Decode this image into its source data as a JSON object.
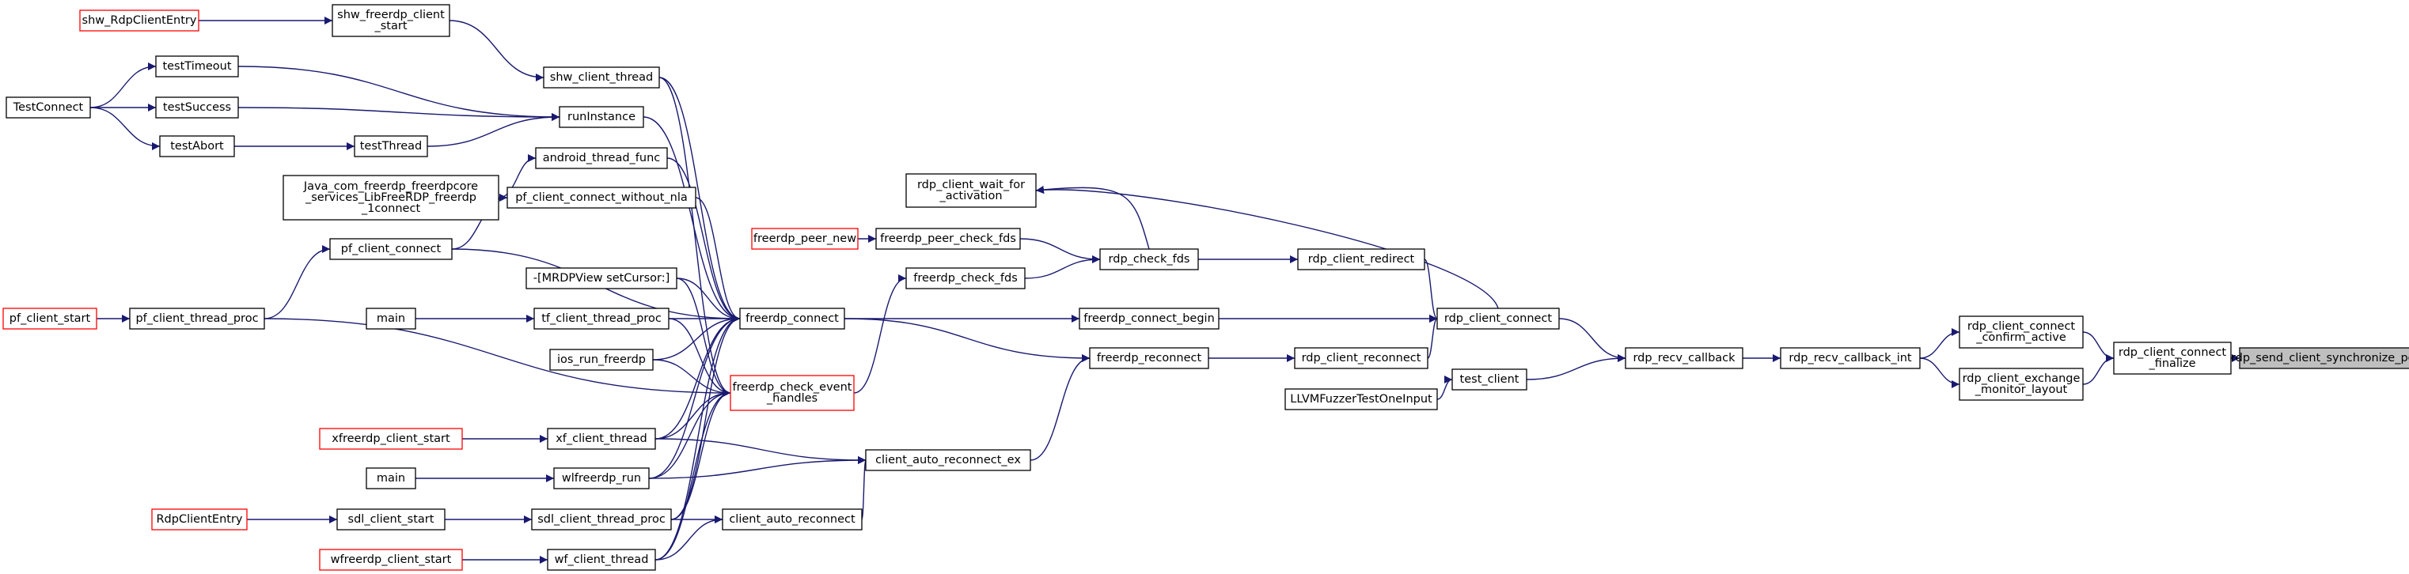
{
  "colors": {
    "edge": "#191970",
    "node_border": "#000000",
    "node_border_external": "#ff0000",
    "focus_fill": "#bfbfbf",
    "background": "#ffffff"
  },
  "nodes": {
    "shw_RdpClientEntry": {
      "lines": [
        "shw_RdpClientEntry"
      ],
      "style": "red"
    },
    "shw_freerdp_client_start": {
      "lines": [
        "shw_freerdp_client",
        "_start"
      ]
    },
    "shw_client_thread": {
      "lines": [
        "shw_client_thread"
      ]
    },
    "TestConnect": {
      "lines": [
        "TestConnect"
      ]
    },
    "testTimeout": {
      "lines": [
        "testTimeout"
      ]
    },
    "testSuccess": {
      "lines": [
        "testSuccess"
      ]
    },
    "testAbort": {
      "lines": [
        "testAbort"
      ]
    },
    "testThread": {
      "lines": [
        "testThread"
      ]
    },
    "runInstance": {
      "lines": [
        "runInstance"
      ]
    },
    "android_thread_func": {
      "lines": [
        "android_thread_func"
      ]
    },
    "Java_freerdp_connect": {
      "lines": [
        "Java_com_freerdp_freerdpcore",
        "_services_LibFreeRDP_freerdp",
        "_1connect"
      ]
    },
    "pf_client_connect_without_nla": {
      "lines": [
        "pf_client_connect_without_nla"
      ]
    },
    "pf_client_connect": {
      "lines": [
        "pf_client_connect"
      ]
    },
    "pf_client_start": {
      "lines": [
        "pf_client_start"
      ],
      "style": "red"
    },
    "pf_client_thread_proc": {
      "lines": [
        "pf_client_thread_proc"
      ]
    },
    "MRDPView_setCursor": {
      "lines": [
        "-[MRDPView setCursor:]"
      ]
    },
    "main_tf": {
      "lines": [
        "main"
      ]
    },
    "tf_client_thread_proc": {
      "lines": [
        "tf_client_thread_proc"
      ]
    },
    "ios_run_freerdp": {
      "lines": [
        "ios_run_freerdp"
      ]
    },
    "xfreerdp_client_start": {
      "lines": [
        "xfreerdp_client_start"
      ],
      "style": "red"
    },
    "xf_client_thread": {
      "lines": [
        "xf_client_thread"
      ]
    },
    "main_wl": {
      "lines": [
        "main"
      ]
    },
    "wlfreerdp_run": {
      "lines": [
        "wlfreerdp_run"
      ]
    },
    "RdpClientEntry": {
      "lines": [
        "RdpClientEntry"
      ],
      "style": "red"
    },
    "sdl_client_start": {
      "lines": [
        "sdl_client_start"
      ]
    },
    "sdl_client_thread_proc": {
      "lines": [
        "sdl_client_thread_proc"
      ]
    },
    "wfreerdp_client_start": {
      "lines": [
        "wfreerdp_client_start"
      ],
      "style": "red"
    },
    "wf_client_thread": {
      "lines": [
        "wf_client_thread"
      ]
    },
    "freerdp_connect": {
      "lines": [
        "freerdp_connect"
      ]
    },
    "freerdp_check_event_handles": {
      "lines": [
        "freerdp_check_event",
        "_handles"
      ],
      "style": "red"
    },
    "client_auto_reconnect": {
      "lines": [
        "client_auto_reconnect"
      ]
    },
    "client_auto_reconnect_ex": {
      "lines": [
        "client_auto_reconnect_ex"
      ]
    },
    "freerdp_peer_new": {
      "lines": [
        "freerdp_peer_new"
      ],
      "style": "red"
    },
    "freerdp_peer_check_fds": {
      "lines": [
        "freerdp_peer_check_fds"
      ]
    },
    "freerdp_check_fds": {
      "lines": [
        "freerdp_check_fds"
      ]
    },
    "rdp_client_wait_for_activation": {
      "lines": [
        "rdp_client_wait_for",
        "_activation"
      ]
    },
    "rdp_check_fds": {
      "lines": [
        "rdp_check_fds"
      ]
    },
    "freerdp_connect_begin": {
      "lines": [
        "freerdp_connect_begin"
      ]
    },
    "freerdp_reconnect": {
      "lines": [
        "freerdp_reconnect"
      ]
    },
    "LLVMFuzzerTestOneInput": {
      "lines": [
        "LLVMFuzzerTestOneInput"
      ]
    },
    "rdp_client_redirect": {
      "lines": [
        "rdp_client_redirect"
      ]
    },
    "rdp_client_reconnect": {
      "lines": [
        "rdp_client_reconnect"
      ]
    },
    "rdp_client_connect": {
      "lines": [
        "rdp_client_connect"
      ]
    },
    "test_client": {
      "lines": [
        "test_client"
      ]
    },
    "rdp_recv_callback": {
      "lines": [
        "rdp_recv_callback"
      ]
    },
    "rdp_recv_callback_int": {
      "lines": [
        "rdp_recv_callback_int"
      ]
    },
    "rdp_client_connect_confirm_active": {
      "lines": [
        "rdp_client_connect",
        "_confirm_active"
      ]
    },
    "rdp_client_exchange_monitor_layout": {
      "lines": [
        "rdp_client_exchange",
        "_monitor_layout"
      ]
    },
    "rdp_client_connect_finalize": {
      "lines": [
        "rdp_client_connect",
        "_finalize"
      ]
    },
    "rdp_send_client_synchronize_pdu": {
      "lines": [
        "rdp_send_client_synchronize_pdu"
      ],
      "style": "focus"
    }
  },
  "edges": [
    [
      "shw_RdpClientEntry",
      "shw_freerdp_client_start"
    ],
    [
      "shw_freerdp_client_start",
      "shw_client_thread"
    ],
    [
      "shw_client_thread",
      "freerdp_connect"
    ],
    [
      "shw_client_thread",
      "freerdp_check_event_handles"
    ],
    [
      "TestConnect",
      "testTimeout"
    ],
    [
      "TestConnect",
      "testSuccess"
    ],
    [
      "TestConnect",
      "testAbort"
    ],
    [
      "testTimeout",
      "runInstance"
    ],
    [
      "testSuccess",
      "runInstance"
    ],
    [
      "testAbort",
      "testThread"
    ],
    [
      "testThread",
      "runInstance"
    ],
    [
      "runInstance",
      "freerdp_connect"
    ],
    [
      "android_thread_func",
      "freerdp_connect"
    ],
    [
      "Java_freerdp_connect",
      "android_thread_func"
    ],
    [
      "pf_client_connect",
      "pf_client_connect_without_nla"
    ],
    [
      "pf_client_connect_without_nla",
      "freerdp_connect"
    ],
    [
      "pf_client_connect",
      "freerdp_connect"
    ],
    [
      "pf_client_start",
      "pf_client_thread_proc"
    ],
    [
      "pf_client_thread_proc",
      "pf_client_connect"
    ],
    [
      "pf_client_thread_proc",
      "freerdp_check_event_handles"
    ],
    [
      "MRDPView_setCursor",
      "freerdp_connect"
    ],
    [
      "MRDPView_setCursor",
      "freerdp_check_event_handles"
    ],
    [
      "main_tf",
      "tf_client_thread_proc"
    ],
    [
      "tf_client_thread_proc",
      "freerdp_connect"
    ],
    [
      "tf_client_thread_proc",
      "freerdp_check_event_handles"
    ],
    [
      "ios_run_freerdp",
      "freerdp_connect"
    ],
    [
      "ios_run_freerdp",
      "freerdp_check_event_handles"
    ],
    [
      "xfreerdp_client_start",
      "xf_client_thread"
    ],
    [
      "xf_client_thread",
      "freerdp_connect"
    ],
    [
      "xf_client_thread",
      "freerdp_check_event_handles"
    ],
    [
      "xf_client_thread",
      "client_auto_reconnect_ex"
    ],
    [
      "main_wl",
      "wlfreerdp_run"
    ],
    [
      "wlfreerdp_run",
      "freerdp_connect"
    ],
    [
      "wlfreerdp_run",
      "freerdp_check_event_handles"
    ],
    [
      "wlfreerdp_run",
      "client_auto_reconnect_ex"
    ],
    [
      "RdpClientEntry",
      "sdl_client_start"
    ],
    [
      "sdl_client_start",
      "sdl_client_thread_proc"
    ],
    [
      "sdl_client_thread_proc",
      "freerdp_connect"
    ],
    [
      "sdl_client_thread_proc",
      "freerdp_check_event_handles"
    ],
    [
      "sdl_client_thread_proc",
      "client_auto_reconnect"
    ],
    [
      "wfreerdp_client_start",
      "wf_client_thread"
    ],
    [
      "wf_client_thread",
      "freerdp_connect"
    ],
    [
      "wf_client_thread",
      "freerdp_check_event_handles"
    ],
    [
      "wf_client_thread",
      "client_auto_reconnect"
    ],
    [
      "client_auto_reconnect",
      "client_auto_reconnect_ex"
    ],
    [
      "freerdp_check_event_handles",
      "freerdp_check_fds"
    ],
    [
      "freerdp_peer_new",
      "freerdp_peer_check_fds"
    ],
    [
      "freerdp_peer_check_fds",
      "rdp_check_fds"
    ],
    [
      "freerdp_check_fds",
      "rdp_check_fds"
    ],
    [
      "rdp_check_fds",
      "rdp_client_wait_for_activation"
    ],
    [
      "rdp_client_connect",
      "rdp_client_wait_for_activation"
    ],
    [
      "rdp_check_fds",
      "rdp_client_redirect"
    ],
    [
      "freerdp_connect",
      "freerdp_connect_begin"
    ],
    [
      "freerdp_connect",
      "freerdp_reconnect"
    ],
    [
      "client_auto_reconnect_ex",
      "freerdp_reconnect"
    ],
    [
      "freerdp_connect_begin",
      "rdp_client_connect"
    ],
    [
      "freerdp_reconnect",
      "rdp_client_reconnect"
    ],
    [
      "rdp_client_redirect",
      "rdp_client_connect"
    ],
    [
      "rdp_client_reconnect",
      "rdp_client_connect"
    ],
    [
      "LLVMFuzzerTestOneInput",
      "test_client"
    ],
    [
      "test_client",
      "rdp_recv_callback"
    ],
    [
      "rdp_client_connect",
      "rdp_recv_callback"
    ],
    [
      "rdp_recv_callback",
      "rdp_recv_callback_int"
    ],
    [
      "rdp_recv_callback_int",
      "rdp_client_connect_confirm_active"
    ],
    [
      "rdp_recv_callback_int",
      "rdp_client_exchange_monitor_layout"
    ],
    [
      "rdp_client_connect_confirm_active",
      "rdp_client_connect_finalize"
    ],
    [
      "rdp_client_exchange_monitor_layout",
      "rdp_client_connect_finalize"
    ],
    [
      "rdp_client_connect_finalize",
      "rdp_send_client_synchronize_pdu"
    ]
  ]
}
